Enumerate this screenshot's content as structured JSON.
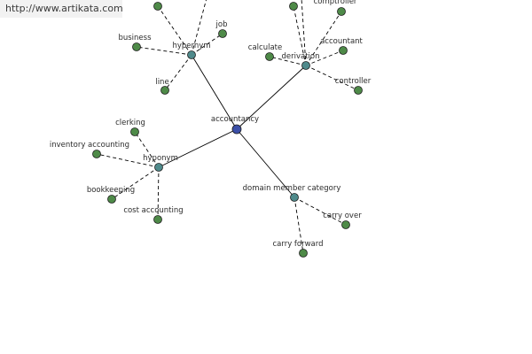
{
  "watermark": "http://www.artikata.com",
  "colors": {
    "center": "#3b4fa8",
    "relation": "#4f8a8b",
    "leaf": "#4e8a48",
    "edge": "#000000"
  },
  "graph": {
    "center": {
      "id": "c",
      "label": "accountancy"
    },
    "relations": [
      {
        "id": "h1",
        "label": "hypernym"
      },
      {
        "id": "d1",
        "label": "derivation"
      },
      {
        "id": "h2",
        "label": "hyponym"
      },
      {
        "id": "dm",
        "label": "domain member category"
      }
    ],
    "leaves": [
      {
        "id": "l_top",
        "parent": "h1",
        "label": ""
      },
      {
        "id": "l_business",
        "parent": "h1",
        "label": "business"
      },
      {
        "id": "l_job",
        "parent": "h1",
        "label": "job"
      },
      {
        "id": "l_line",
        "parent": "h1",
        "label": "line"
      },
      {
        "id": "l_top2",
        "parent": "d1",
        "label": ""
      },
      {
        "id": "l_comptroller",
        "parent": "d1",
        "label": "comptroller"
      },
      {
        "id": "l_calculate",
        "parent": "d1",
        "label": "calculate"
      },
      {
        "id": "l_accountant",
        "parent": "d1",
        "label": "accountant"
      },
      {
        "id": "l_controller",
        "parent": "d1",
        "label": "controller"
      },
      {
        "id": "l_clerking",
        "parent": "h2",
        "label": "clerking"
      },
      {
        "id": "l_inventory",
        "parent": "h2",
        "label": "inventory accounting"
      },
      {
        "id": "l_bookkeeping",
        "parent": "h2",
        "label": "bookkeeping"
      },
      {
        "id": "l_cost",
        "parent": "h2",
        "label": "cost accounting"
      },
      {
        "id": "l_carryover",
        "parent": "dm",
        "label": "carry over"
      },
      {
        "id": "l_carryforward",
        "parent": "dm",
        "label": "carry forward"
      }
    ]
  }
}
